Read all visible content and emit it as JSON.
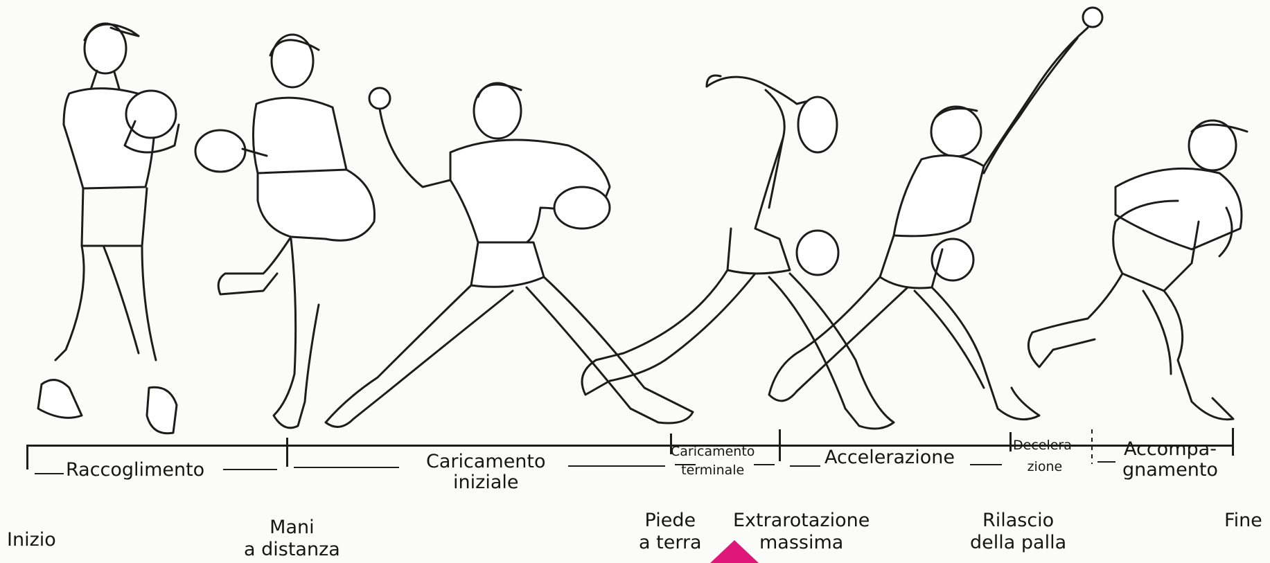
{
  "phases": {
    "raccoglimento": "Raccoglimento",
    "caricamento_iniziale_1": "Caricamento",
    "caricamento_iniziale_2": "iniziale",
    "caricamento_terminale_1": "Caricamento",
    "caricamento_terminale_2": "terminale",
    "accelerazione": "Accelerazione",
    "decelerazione_1": "Decelera-",
    "decelerazione_2": "zione",
    "accompagnamento_1": "Accompa-",
    "accompagnamento_2": "gnamento"
  },
  "events": {
    "inizio": "Inizio",
    "mani_1": "Mani",
    "mani_2": "a distanza",
    "piede_1": "Piede",
    "piede_2": "a terra",
    "extrarotazione_1": "Extrarotazione",
    "extrarotazione_2": "massima",
    "rilascio_1": "Rilascio",
    "rilascio_2": "della palla",
    "fine": "Fine"
  },
  "colors": {
    "ink": "#1c1c1c",
    "marker": "#e0177a"
  }
}
